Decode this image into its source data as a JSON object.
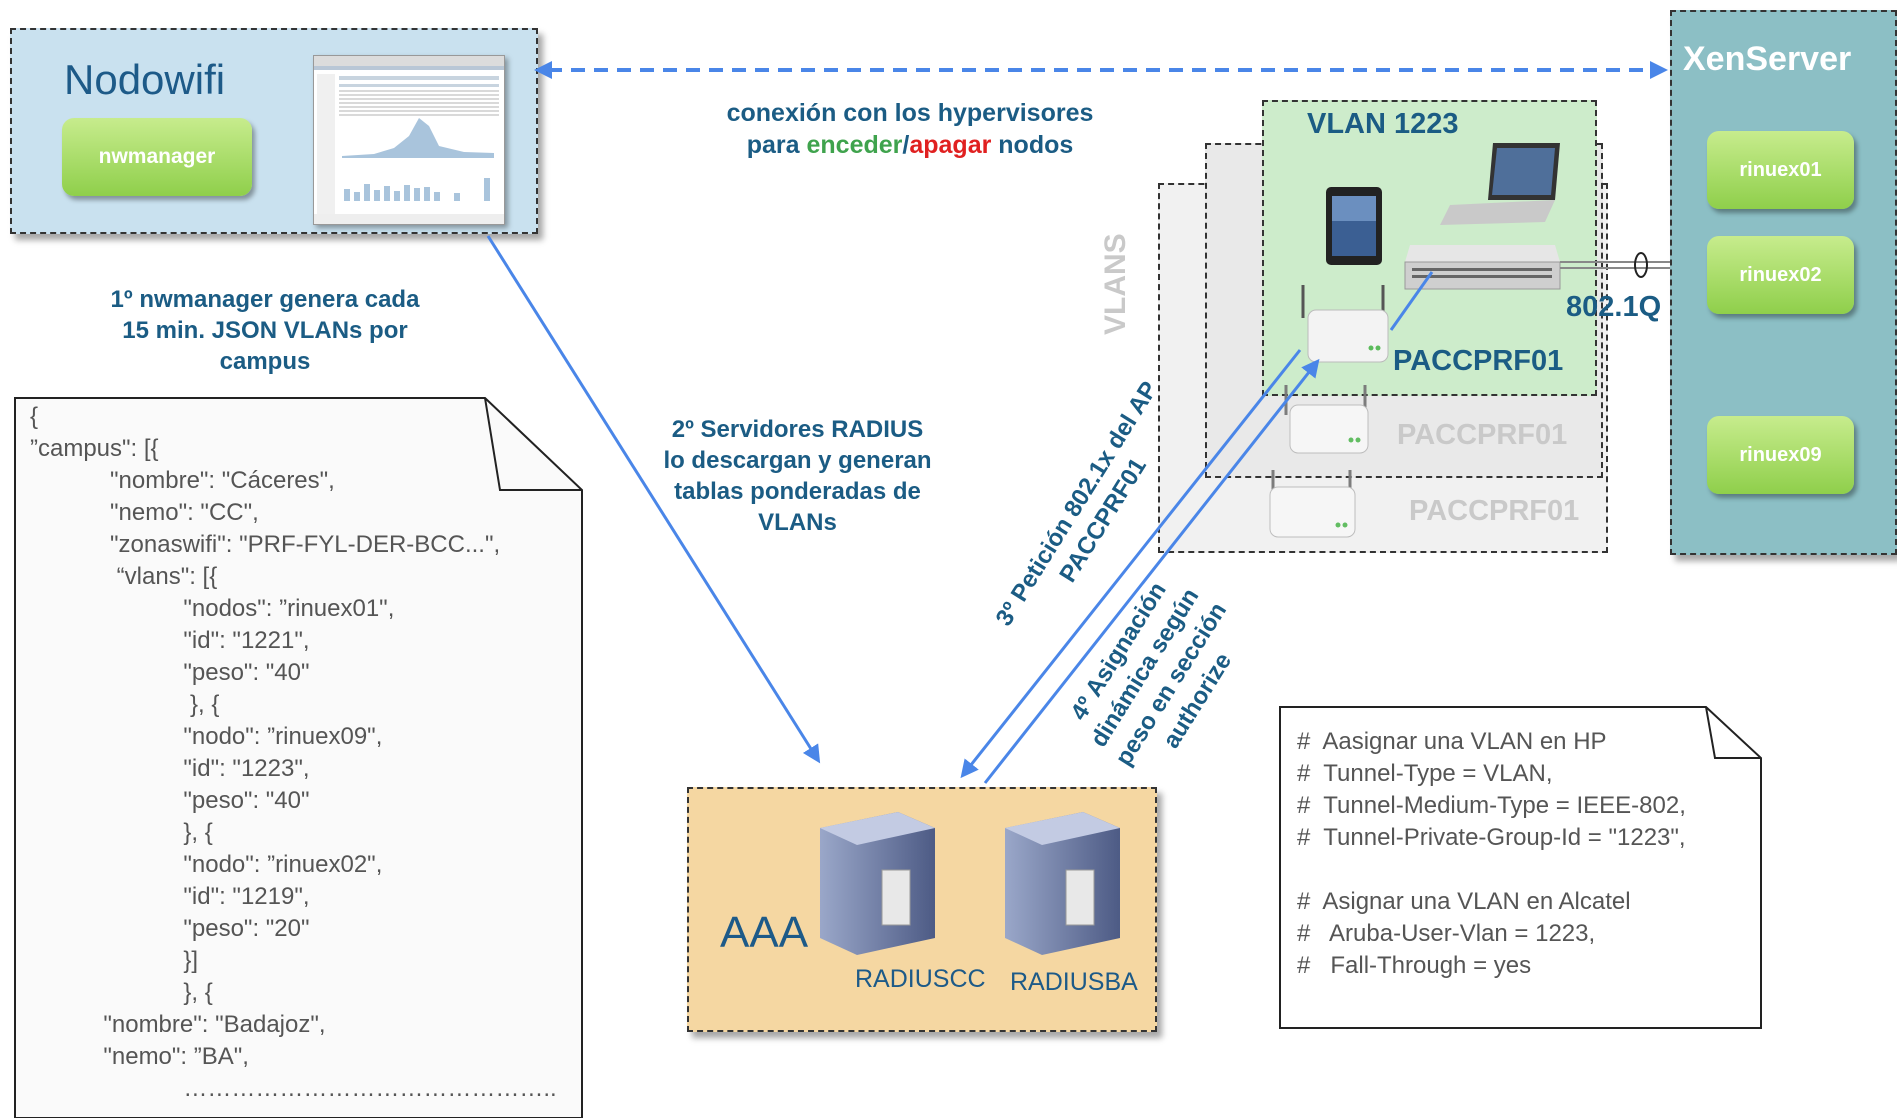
{
  "nodowifi": {
    "title": "Nodowifi",
    "button": "nwmanager"
  },
  "xenserver": {
    "title": "XenServer",
    "nodes": [
      "rinuex01",
      "rinuex02",
      "rinuex09"
    ]
  },
  "top_link": {
    "line1": "conexión con los hypervisores",
    "line2_pre": "para ",
    "line2_green": "enceder",
    "line2_sep": "/",
    "line2_red": "apagar",
    "line2_post": " nodos"
  },
  "vlan_panel": {
    "vlan_label": "VLAN 1223",
    "vlans_label": "VLANS",
    "trunk_label": "802.1Q",
    "ap_labels": [
      "PACCPRF01",
      "PACCPRF01",
      "PACCPRF01"
    ]
  },
  "steps": {
    "step1": [
      "1º nwmanager genera cada",
      "15 min. JSON VLANs por",
      "campus"
    ],
    "step2": [
      "2º Servidores RADIUS",
      "lo descargan y generan",
      "tablas ponderadas de",
      "VLANs"
    ],
    "step3": [
      "3º Petición 802.1x del AP",
      "PACCPRF01"
    ],
    "step4": [
      "4º Asignación",
      "dinámica según",
      "peso en sección",
      "authorize"
    ]
  },
  "aaa": {
    "label": "AAA",
    "servers": [
      "RADIUSCC",
      "RADIUSBA"
    ]
  },
  "json_note": {
    "lines": [
      "{",
      "”campus\": [{",
      "            \"nombre\": \"Cáceres\",",
      "            \"nemo\": \"CC\",",
      "            \"zonaswifi\": \"PRF-FYL-DER-BCC...\",",
      "             “vlans\": [{",
      "                       \"nodos\": ”rinuex01\",",
      "                       \"id\": \"1221\",",
      "                       \"peso\": \"40\"",
      "                        }, {",
      "                       \"nodo\": ”rinuex09\",",
      "                       \"id\": \"1223\",",
      "                       \"peso\": \"40\"",
      "                       }, {",
      "                       \"nodo\": ”rinuex02\",",
      "                       \"id\": \"1219\",",
      "                       \"peso\": \"20\"",
      "                       }]",
      "                       }, {",
      "           \"nombre\": \"Badajoz\",",
      "           \"nemo\": ”BA\",",
      "                       ……………………………………….."
    ]
  },
  "radius_note": {
    "lines": [
      "#  Aasignar una VLAN en HP",
      "#  Tunnel-Type = VLAN,",
      "#  Tunnel-Medium-Type = IEEE-802,",
      "#  Tunnel-Private-Group-Id = \"1223\",",
      "",
      "#  Asignar una VLAN en Alcatel",
      "#   Aruba-User-Vlan = 1223,",
      "#   Fall-Through = yes"
    ]
  },
  "colors": {
    "arrow": "#4a86e8",
    "green": "#3fa34d",
    "red": "#e02020",
    "heading": "#1b5c84"
  }
}
